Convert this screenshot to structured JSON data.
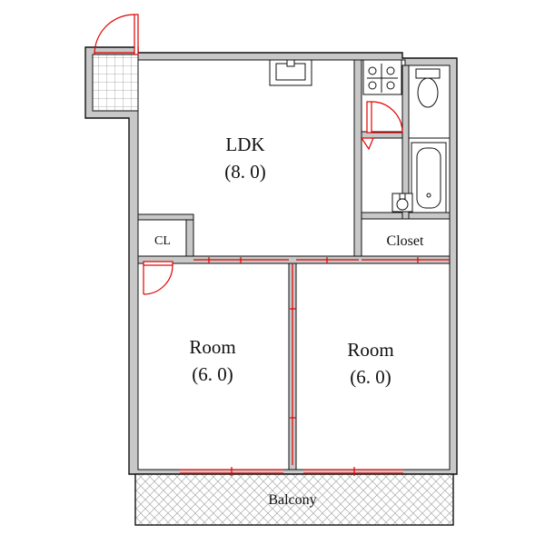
{
  "rooms": {
    "ldk": {
      "name": "LDK",
      "size": "(8. 0)"
    },
    "room_left": {
      "name": "Room",
      "size": "(6. 0)"
    },
    "room_right": {
      "name": "Room",
      "size": "(6. 0)"
    },
    "cl": "CL",
    "closet": "Closet",
    "balcony": "Balcony"
  },
  "colors": {
    "wall": "#888888",
    "wall_fill": "#c8c8c8",
    "door": "#e00000",
    "line": "#111111"
  }
}
